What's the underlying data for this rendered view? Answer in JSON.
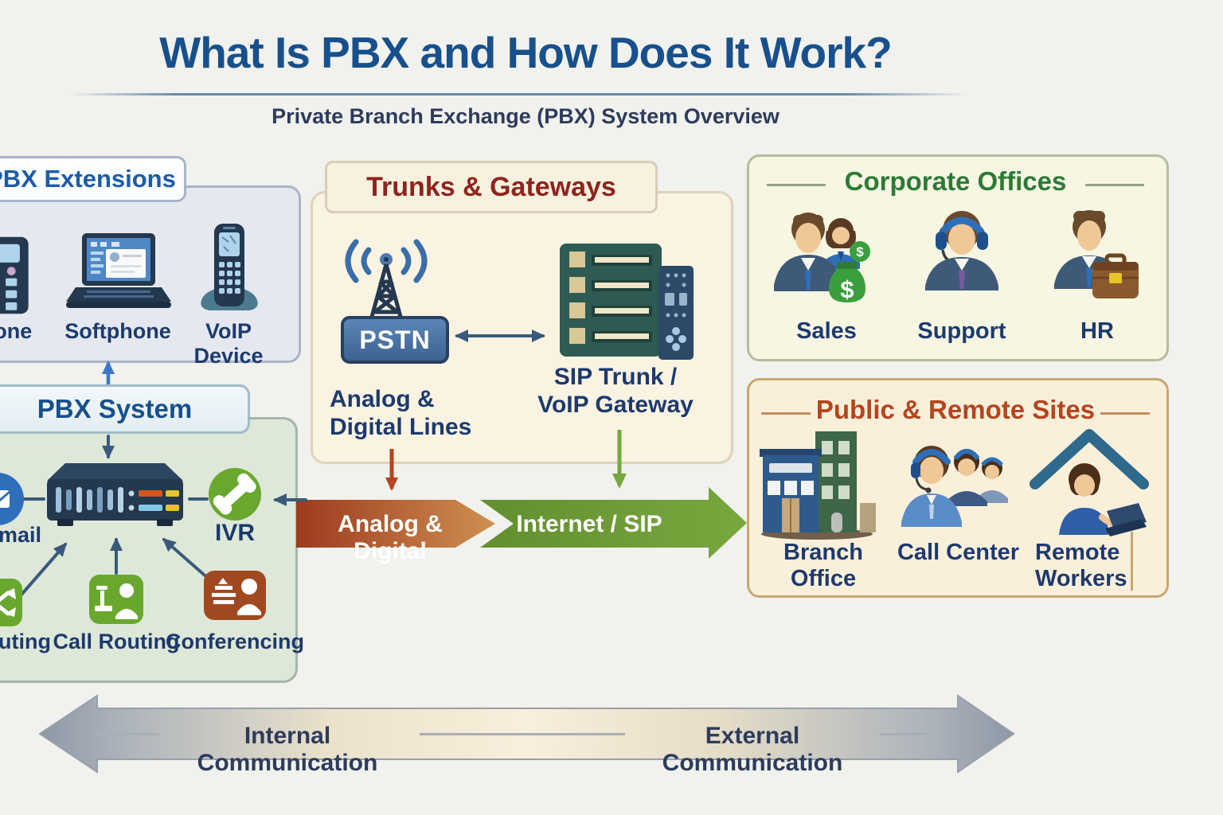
{
  "header": {
    "title": "What Is PBX and How Does It Work?",
    "subtitle": "Private Branch Exchange (PBX) System Overview"
  },
  "extensions": {
    "title": "PBX Extensions",
    "devices": [
      {
        "label": "Phone",
        "icon": "desk-phone-icon"
      },
      {
        "label": "Softphone",
        "icon": "laptop-icon"
      },
      {
        "label": "VoIP Device",
        "icon": "voip-handset-icon"
      }
    ]
  },
  "pbx": {
    "title": "PBX System",
    "features": [
      {
        "label": "Voicemail",
        "icon": "voicemail-icon"
      },
      {
        "label": "IVR",
        "icon": "phone-handset-icon"
      },
      {
        "label": "Routing",
        "icon": "routing-icon"
      },
      {
        "label": "Call Routing",
        "icon": "call-routing-icon"
      },
      {
        "label": "Conferencing",
        "icon": "conferencing-icon"
      }
    ]
  },
  "trunks": {
    "title": "Trunks & Gateways",
    "pstn": "PSTN",
    "analog_caption_line1": "Analog &",
    "analog_caption_line2": "Digital Lines",
    "sip_caption_line1": "SIP Trunk /",
    "sip_caption_line2": "VoIP Gateway"
  },
  "flow": {
    "analog_band": "Analog & Digital",
    "sip_band": "Internet / SIP"
  },
  "corporate": {
    "title": "Corporate Offices",
    "currency_symbol": "$",
    "departments": [
      {
        "label": "Sales",
        "icon": "sales-people-icon"
      },
      {
        "label": "Support",
        "icon": "support-agent-icon"
      },
      {
        "label": "HR",
        "icon": "hr-briefcase-icon"
      }
    ]
  },
  "public_sites": {
    "title": "Public & Remote Sites",
    "sites": [
      {
        "label": "Branch Office",
        "icon": "branch-building-icon"
      },
      {
        "label": "Call Center",
        "icon": "call-center-team-icon"
      },
      {
        "label": "Remote Workers",
        "icon": "remote-worker-icon"
      }
    ]
  },
  "bottom_axis": {
    "internal": "Internal Communication",
    "external": "External Communication"
  },
  "colors": {
    "title_blue": "#17508c",
    "label_navy": "#1d3a6e",
    "steel_arrow": "#3a5a7c",
    "band_orange": "#a23d20",
    "band_green": "#6d9d38",
    "ivr_green": "#69a82e",
    "conferencing_brown": "#a0481f",
    "voicemail_blue": "#2f6fba",
    "corporate_green": "#2b7a36",
    "remote_rust": "#b5441f"
  }
}
